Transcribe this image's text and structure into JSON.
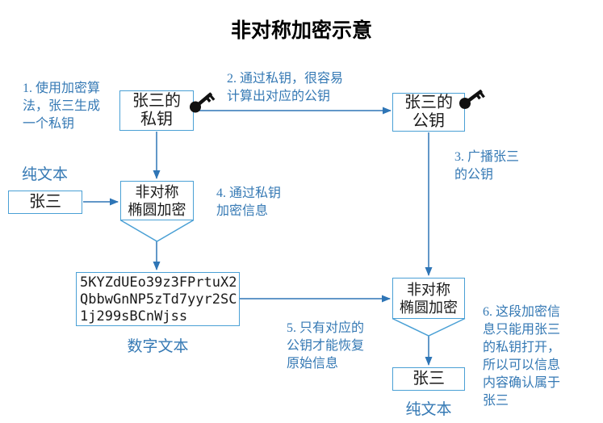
{
  "title": "非对称加密示意",
  "colors": {
    "bg": "#ffffff",
    "box_border": "#4AA0D5",
    "arrow_color": "#2E75B6",
    "annotation_color": "#3579B4",
    "text_color": "#1a1a1a",
    "key_color": "#111111"
  },
  "boxes": {
    "private_key": "张三的\n私钥",
    "public_key": "张三的\n公钥",
    "plaintext_left": "张三",
    "encrypt1": "非对称\n椭圆加密",
    "cipher": "5KYZdUEo39z3FPrtuX2\nQbbwGnNP5zTd7yyr2SC\n1j299sBCnWjss",
    "encrypt2": "非对称\n椭圆加密",
    "plaintext_right": "张三"
  },
  "labels": {
    "plain_left": "纯文本",
    "digital": "数字文本",
    "plain_right": "纯文本"
  },
  "annotations": {
    "a1": "1. 使用加密算\n法，张三生成\n一个私钥",
    "a2": "2. 通过私钥，很容易\n计算出对应的公钥",
    "a3": "3. 广播张三\n的公钥",
    "a4": "4. 通过私钥\n加密信息",
    "a5": "5. 只有对应的\n公钥才能恢复\n原始信息",
    "a6": "6. 这段加密信\n息只能用张三\n的私钥打开，\n所以可以信息\n内容确认属于\n张三"
  },
  "icons": {
    "private_key": "key-icon",
    "public_key": "key-icon"
  }
}
